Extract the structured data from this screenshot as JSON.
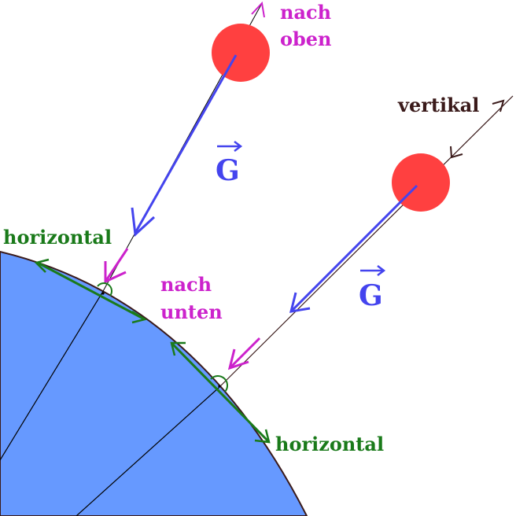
{
  "labels": {
    "nach_oben_line1": "nach",
    "nach_oben_line2": "oben",
    "vertikal": "vertikal",
    "g_upper": "G",
    "g_lower": "G",
    "horizontal_upper": "horizontal",
    "nach_unten_line1": "nach",
    "nach_unten_line2": "unten",
    "horizontal_lower": "horizontal"
  },
  "colors": {
    "earth_fill": "#6699ff",
    "earth_outline": "#3a1a1a",
    "ball": "#ff4040",
    "gravity_arrow": "#4444ee",
    "direction_arrow": "#cc22cc",
    "horizontal": "#1a7a1a",
    "vertical_line": "#3a1a1a",
    "black_line": "#000000"
  }
}
